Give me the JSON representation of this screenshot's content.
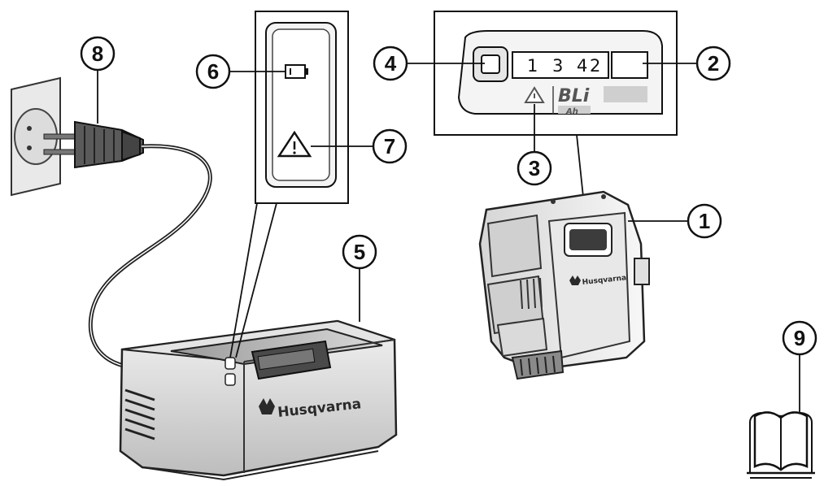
{
  "callouts": [
    "1",
    "2",
    "3",
    "4",
    "5",
    "6",
    "7",
    "8",
    "9"
  ],
  "display_digits": [
    "1",
    "3",
    "4",
    "2"
  ],
  "battery_label": {
    "model": "BLi",
    "subtitle": "Ah"
  },
  "brand": {
    "name": "Husqvarna",
    "logo_mark": "crown"
  }
}
